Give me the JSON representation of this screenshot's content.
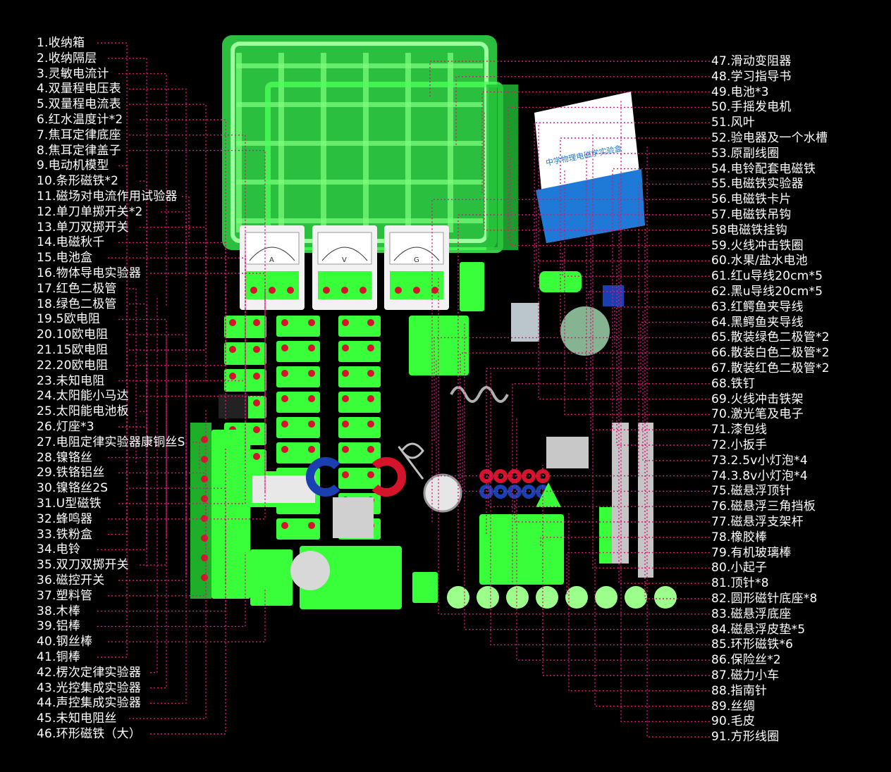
{
  "colors": {
    "background": "#000000",
    "label_text": "#ffffff",
    "leader_line": "#e0147a",
    "kit_green": "#39ff3a",
    "dark_green": "#1fae2a",
    "terminal_red": "#d4142a"
  },
  "left_labels": [
    "1.收纳箱",
    "2.收纳隔层",
    "3.灵敏电流计",
    "4.双量程电压表",
    "5.双量程电流表",
    "6.红水温度计*2",
    "7.焦耳定律底座",
    "8.焦耳定律盖子",
    "9.电动机模型",
    "10.条形磁铁*2",
    "11.磁场对电流作用试验器",
    "12.单刀单掷开关*2",
    "13.单刀双掷开关",
    "14.电磁秋千",
    "15.电池盒",
    "16.物体导电实验器",
    "17.红色二极管",
    "18.绿色二极管",
    "19.5欧电阻",
    "20.10欧电阻",
    "21.15欧电阻",
    "22.20欧电阻",
    "23.未知电阻",
    "24.太阳能小马达",
    "25.太阳能电池板",
    "26.灯座*3",
    "27.电阻定律实验器康铜丝S",
    "28.镍铬丝",
    "29.铁铬铝丝",
    "30.镍铬丝2S",
    "31.U型磁铁",
    "32.蜂鸣器",
    "33.铁粉盒",
    "34.电铃",
    "35.双刀双掷开关",
    "36.磁控开关",
    "37.塑料管",
    "38.木棒",
    "39.铝棒",
    "40.钢丝棒",
    "41.铜棒",
    "42.楞次定律实验器",
    "43.光控集成实验器",
    "44.声控集成实验器",
    "45.未知电阻丝",
    "46.环形磁铁（大）"
  ],
  "right_labels": [
    "47.滑动变阻器",
    "48.学习指导书",
    "49.电池*3",
    "50.手摇发电机",
    "51.风叶",
    "52.验电器及一个水槽",
    "53.原副线圈",
    "54.电铃配套电磁铁",
    "55.电磁铁实验器",
    "56.电磁铁卡片",
    "57.电磁铁吊钩",
    "58电磁铁挂钩",
    "59.火线冲击铁圈",
    "60.水果/盐水电池",
    "61.红u导线20cm*5",
    "62.黑u导线20cm*5",
    "63.红鳄鱼夹导线",
    "64.黑鳄鱼夹导线",
    "65.散装绿色二极管*2",
    "66.散装白色二极管*2",
    "67.散装红色二极管*2",
    "68.铁钉",
    "69.火线冲击铁架",
    "70.激光笔及电子",
    "71.漆包线",
    "72.小扳手",
    "73.2.5v小灯泡*4",
    "74.3.8v小灯泡*4",
    "75.磁悬浮顶针",
    "76.磁悬浮三角挡板",
    "77.磁悬浮支架杆",
    "78.橡胶棒",
    "79.有机玻璃棒",
    "80.小起子",
    "81.顶针*8",
    "82.圆形磁针底座*8",
    "83.磁悬浮底座",
    "84.磁悬浮皮垫*5",
    "85.环形磁铁*6",
    "86.保险丝*2",
    "87.磁力小车",
    "88.指南针",
    "89.丝绸",
    "90.毛皮",
    "91.方形线圈"
  ],
  "booklet": {
    "title": "中学物理电磁学实验盒"
  },
  "meters": [
    {
      "dial_label": "A"
    },
    {
      "dial_label": "V"
    },
    {
      "dial_label": "G"
    }
  ]
}
